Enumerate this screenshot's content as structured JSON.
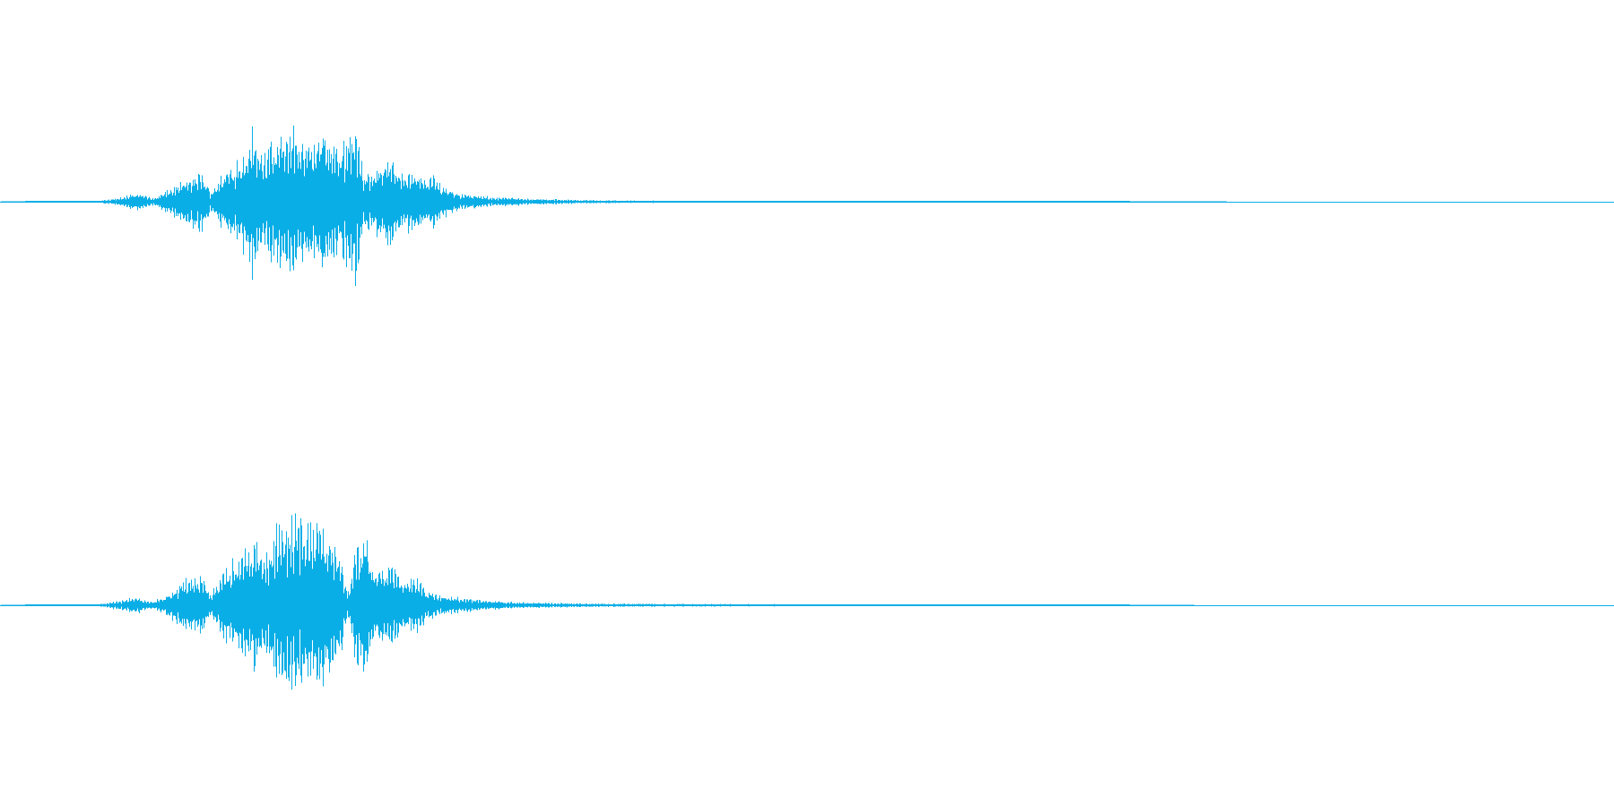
{
  "waveform": {
    "color": "#0aaee6",
    "background": "#ffffff",
    "channels": [
      {
        "name": "",
        "envelope": [
          [
            0.0,
            0.0
          ],
          [
            0.04,
            0.008
          ],
          [
            0.06,
            0.01
          ],
          [
            0.075,
            0.05
          ],
          [
            0.085,
            0.11
          ],
          [
            0.095,
            0.04
          ],
          [
            0.105,
            0.15
          ],
          [
            0.115,
            0.26
          ],
          [
            0.125,
            0.35
          ],
          [
            0.13,
            0.12
          ],
          [
            0.14,
            0.38
          ],
          [
            0.15,
            0.55
          ],
          [
            0.155,
            0.82
          ],
          [
            0.165,
            0.6
          ],
          [
            0.175,
            0.78
          ],
          [
            0.18,
            0.9
          ],
          [
            0.19,
            0.66
          ],
          [
            0.2,
            0.88
          ],
          [
            0.21,
            0.62
          ],
          [
            0.22,
            1.0
          ],
          [
            0.225,
            0.28
          ],
          [
            0.23,
            0.4
          ],
          [
            0.24,
            0.52
          ],
          [
            0.25,
            0.36
          ],
          [
            0.26,
            0.3
          ],
          [
            0.268,
            0.3
          ],
          [
            0.275,
            0.18
          ],
          [
            0.285,
            0.1
          ],
          [
            0.3,
            0.06
          ],
          [
            0.33,
            0.035
          ],
          [
            0.36,
            0.02
          ],
          [
            0.4,
            0.012
          ],
          [
            0.48,
            0.008
          ],
          [
            0.6,
            0.004
          ],
          [
            0.7,
            0.003
          ],
          [
            0.75,
            0.002
          ],
          [
            0.76,
            0.0
          ],
          [
            1.0,
            0.0
          ]
        ]
      },
      {
        "name": "",
        "envelope": [
          [
            0.0,
            0.0
          ],
          [
            0.04,
            0.008
          ],
          [
            0.06,
            0.01
          ],
          [
            0.075,
            0.05
          ],
          [
            0.085,
            0.09
          ],
          [
            0.095,
            0.04
          ],
          [
            0.105,
            0.14
          ],
          [
            0.115,
            0.28
          ],
          [
            0.125,
            0.33
          ],
          [
            0.13,
            0.12
          ],
          [
            0.14,
            0.42
          ],
          [
            0.15,
            0.56
          ],
          [
            0.155,
            0.75
          ],
          [
            0.165,
            0.62
          ],
          [
            0.175,
            0.85
          ],
          [
            0.185,
            0.95
          ],
          [
            0.19,
            0.88
          ],
          [
            0.2,
            0.9
          ],
          [
            0.21,
            0.62
          ],
          [
            0.215,
            0.15
          ],
          [
            0.22,
            0.52
          ],
          [
            0.225,
            0.9
          ],
          [
            0.23,
            0.4
          ],
          [
            0.24,
            0.45
          ],
          [
            0.25,
            0.34
          ],
          [
            0.258,
            0.28
          ],
          [
            0.265,
            0.16
          ],
          [
            0.28,
            0.09
          ],
          [
            0.3,
            0.05
          ],
          [
            0.33,
            0.03
          ],
          [
            0.36,
            0.02
          ],
          [
            0.42,
            0.015
          ],
          [
            0.5,
            0.01
          ],
          [
            0.6,
            0.005
          ],
          [
            0.7,
            0.003
          ],
          [
            0.73,
            0.002
          ],
          [
            0.74,
            0.0
          ],
          [
            1.0,
            0.0
          ]
        ]
      }
    ]
  }
}
